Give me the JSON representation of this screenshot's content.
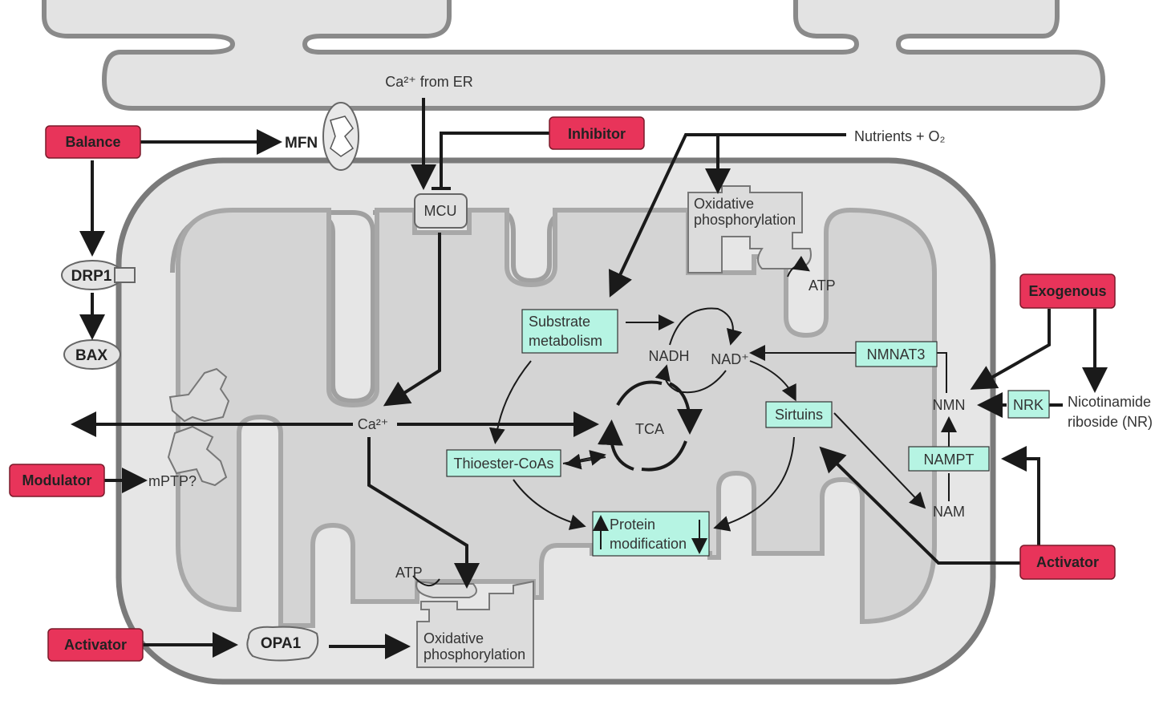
{
  "labels": {
    "ca_from_er": "Ca²⁺ from ER",
    "nutrients": "Nutrients + O₂",
    "mfn": "MFN",
    "mcu": "MCU",
    "drp1": "DRP1",
    "bax": "BAX",
    "opa1": "OPA1",
    "mptp": "mPTP?",
    "ca": "Ca²⁺",
    "atp_top": "ATP",
    "atp_bottom": "ATP",
    "oxphos_top_1": "Oxidative",
    "oxphos_top_2": "phosphorylation",
    "oxphos_bottom_1": "Oxidative",
    "oxphos_bottom_2": "phosphorylation",
    "nadh": "NADH",
    "nad": "NAD⁺",
    "tca": "TCA",
    "nmn": "NMN",
    "nam": "NAM",
    "nr_1": "Nicotinamide",
    "nr_2": "riboside (NR)"
  },
  "red_boxes": {
    "balance": "Balance",
    "inhibitor": "Inhibitor",
    "modulator": "Modulator",
    "activator_left": "Activator",
    "exogenous": "Exogenous",
    "activator_right": "Activator"
  },
  "green_boxes": {
    "substrate_1": "Substrate",
    "substrate_2": "metabolism",
    "thioester": "Thioester-CoAs",
    "protein_1": "Protein",
    "protein_2": "modification",
    "sirtuins": "Sirtuins",
    "nmnat3": "NMNAT3",
    "nampt": "NAMPT",
    "nrk": "NRK"
  },
  "colors": {
    "red_box": "#e8345a",
    "green_box": "#b6f4e3",
    "membrane": "#808080",
    "matrix": "#d9d9d9"
  }
}
